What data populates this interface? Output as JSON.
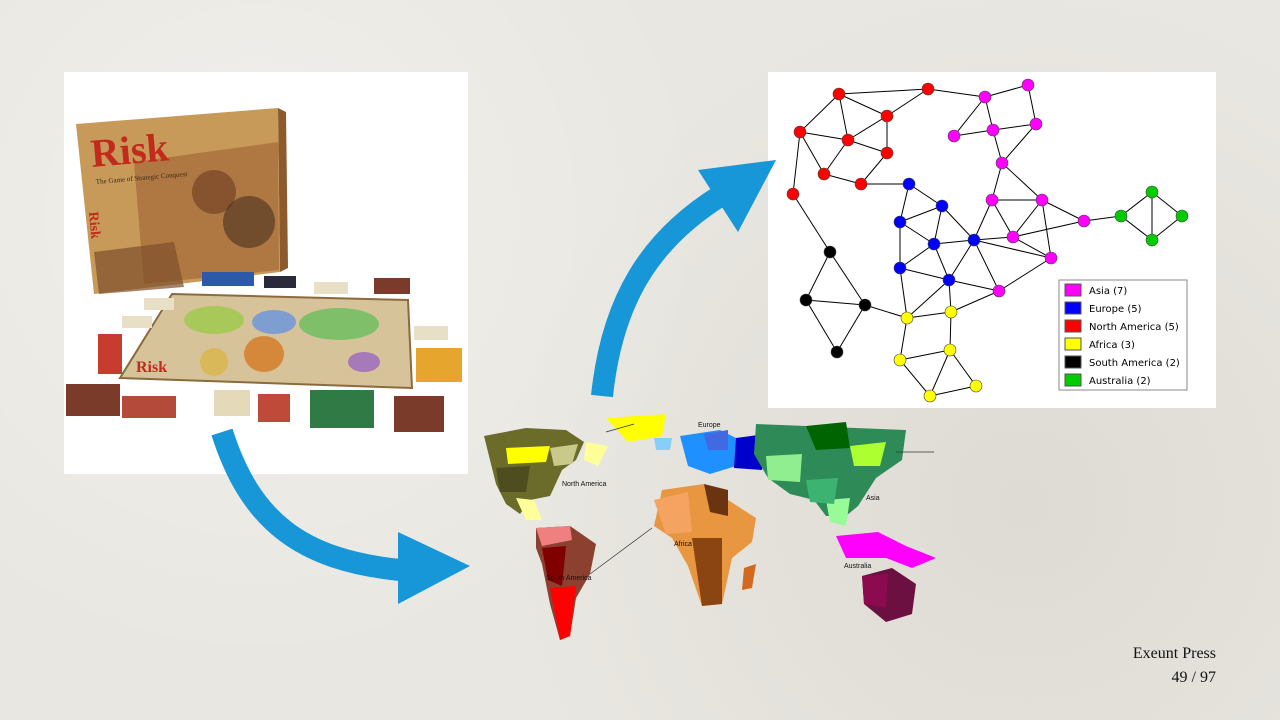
{
  "slide": {
    "publisher": "Exeunt Press",
    "page_number": "49 / 97"
  },
  "risk_box": {
    "logo_text": "Risk",
    "subtitle": "The Game of Strategic Conquest",
    "board_logo": "Risk"
  },
  "world_map": {
    "labels": {
      "europe": "Europe",
      "north_america": "North America",
      "africa": "Africa",
      "asia": "Asia",
      "south_america": "South America",
      "australia": "Australia"
    }
  },
  "graph": {
    "legend": [
      {
        "label": "Asia (7)",
        "color": "#ff00ff"
      },
      {
        "label": "Europe (5)",
        "color": "#0000ff"
      },
      {
        "label": "North America (5)",
        "color": "#ff0000"
      },
      {
        "label": "Africa (3)",
        "color": "#ffff00"
      },
      {
        "label": "South America (2)",
        "color": "#000000"
      },
      {
        "label": "Australia (2)",
        "color": "#00cc00"
      }
    ]
  },
  "colors": {
    "arrow": "#1797d8",
    "asia": "#ff00ff",
    "europe": "#0000ff",
    "north_america": "#ff0000",
    "africa": "#ffff00",
    "south_america": "#000000",
    "australia": "#00cc00"
  }
}
